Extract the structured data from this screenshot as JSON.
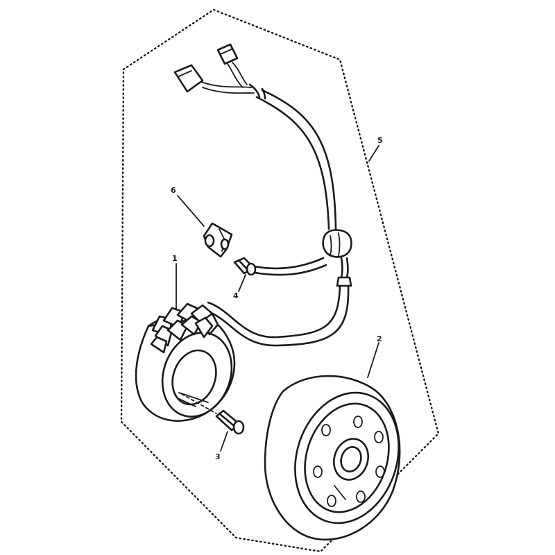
{
  "callouts": {
    "stator": "1",
    "rotor": "2",
    "stator_screw": "3",
    "clamp_screw": "4",
    "harness": "5",
    "clamp": "6"
  },
  "colors": {
    "line": "#1a1a1a",
    "background": "#ffffff"
  }
}
